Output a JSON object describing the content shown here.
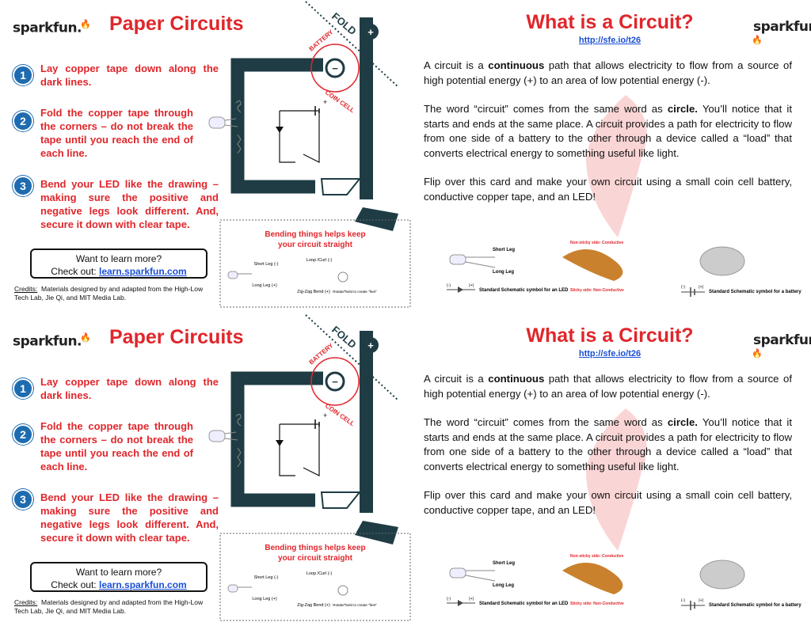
{
  "brand": "sparkfun.",
  "left": {
    "title": "Paper Circuits",
    "steps": [
      {
        "num": "1",
        "text": "Lay copper tape down along the dark lines."
      },
      {
        "num": "2",
        "text": "Fold the copper tape through the corners – do not break the tape until you reach the end of each line."
      },
      {
        "num": "3",
        "text": "Bend your LED like the drawing – making sure the positive and negative legs look different. And, secure it down with clear tape."
      }
    ],
    "learn_more": "Want to learn more?",
    "check_out": "Check out:",
    "learn_link": "learn.sparkfun.com",
    "credits_label": "Credits:",
    "credits_text": "Materials designed by and adapted from the High-Low Tech Lab, Jie Qi, and MIT Media Lab."
  },
  "diagram": {
    "fold": "FOLD",
    "battery": "BATTERY",
    "coin_cell": "COIN CELL",
    "plus": "+",
    "minus": "−",
    "bending_title_1": "Bending things helps keep",
    "bending_title_2": "your circuit straight",
    "short_leg": "Short Leg (-)",
    "long_leg": "Long Leg (+)",
    "loop_curl": "Loop /Curl (-)",
    "zigzag_bend": "Zig-Zag Bend (+)",
    "rotate_twist": "Rotate/Twist to create \"feet\""
  },
  "right": {
    "title": "What is a Circuit?",
    "url": "http://sfe.io/t26",
    "p1_a": "A circuit is a ",
    "p1_bold": "continuous",
    "p1_b": " path that allows electricity to flow from a source of high potential energy (+) to an area of low potential energy (-).",
    "p2_a": "The word “circuit” comes from the same word as ",
    "p2_bold": "circle.",
    "p2_b": " You’ll notice that it starts and ends at the same place. A circuit provides a path for electricity to flow from one side of a battery to the other through a device called a “load” that converts electrical energy to something useful like light.",
    "p3": "Flip over this card and make your own circuit using a small coin cell battery, conductive copper tape, and an LED!",
    "led_short": "Short Leg",
    "led_long": "Long Leg",
    "led_schematic": "Standard Schematic symbol for an LED",
    "led_minus": "(-)",
    "led_plus": "(+)",
    "nonsticky": "Non-sticky side: Conductive",
    "sticky": "Sticky side: Non-Conductive",
    "bat_minus": "(-)",
    "bat_plus": "(+)",
    "bat_schematic": "Standard Schematic symbol for a battery"
  },
  "colors": {
    "accent": "#e0262b",
    "link": "#1a4fd6",
    "tape": "#1f3c45",
    "num_circle": "#1e6bb0"
  }
}
